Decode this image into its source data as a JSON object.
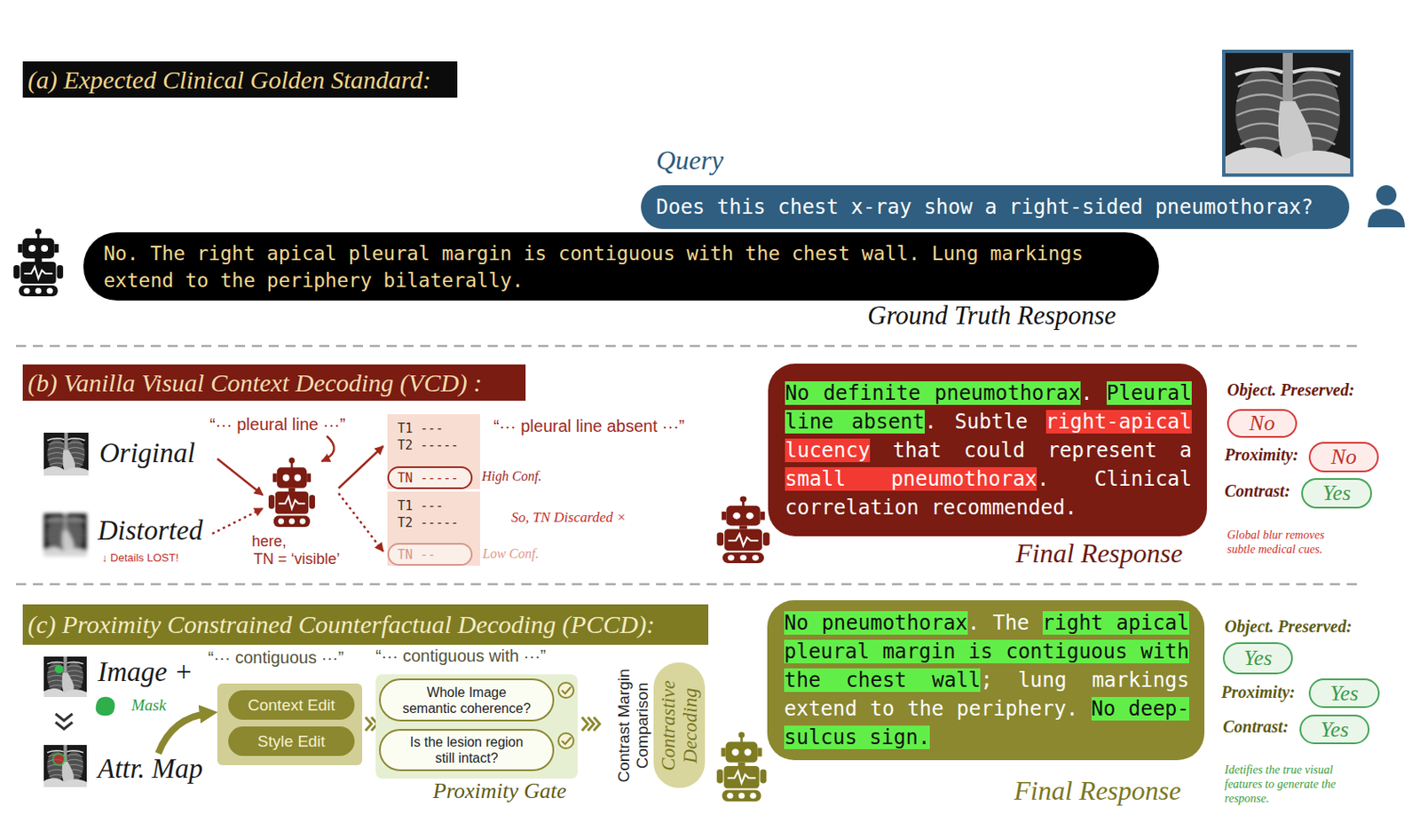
{
  "diagram": {
    "nodes": [
      {
        "text": [
          "(a) Expected Clinical Golden Standard:"
        ]
      },
      {
        "text": [
          "Does this chest x-ray show a right-sided pneumothorax?"
        ]
      },
      {
        "text": [
          "No. The right apical pleural margin is contiguous with the chest wall. Lung markings extend to the periphery bilaterally."
        ]
      },
      {
        "text": [
          "(b) Vanilla Visual Context Decoding (VCD) :"
        ]
      },
      {
        "text": [
          "T1 ---",
          "T2 -----"
        ]
      },
      {
        "text": [
          "TN -----"
        ],
        "in": 4
      },
      {
        "text": [
          "T1 ---",
          "T2 -----"
        ]
      },
      {
        "text": [
          "TN --"
        ],
        "in": 6
      },
      {
        "text": [
          "No definite pneumothorax. Pleural line absent. Subtle right-apical lucency that could represent a small pneumothorax. Clinical correlation recommended."
        ]
      },
      {
        "text": [
          "No"
        ]
      },
      {
        "text": [
          "No"
        ]
      },
      {
        "text": [
          "Yes"
        ]
      },
      {
        "text": [
          "(c) Proximity Constrained Counterfactual Decoding (PCCD):"
        ]
      },
      {
        "text": [
          "Context Edit"
        ]
      },
      {
        "text": [
          "Style Edit"
        ]
      },
      {
        "text": [
          "Proximity Gate"
        ]
      },
      {
        "text": [
          "Whole Image semantic coherence?"
        ],
        "in": 15
      },
      {
        "text": [
          "Is the lesion region still intact?"
        ],
        "in": 15
      },
      {
        "text": [
          "Contrastive Decoding"
        ]
      },
      {
        "text": [
          "No pneumothorax. The right apical pleural margin is contiguous with the chest wall; lung markings extend to the periphery. No deep-sulcus sign."
        ]
      },
      {
        "text": [
          "Yes"
        ]
      },
      {
        "text": [
          "Yes"
        ]
      },
      {
        "text": [
          "Yes"
        ]
      }
    ],
    "labels": [
      "Query",
      "Ground Truth Response",
      "“··· pleural line ···”",
      "Original",
      "Distorted",
      "↓ Details LOST!",
      "here,",
      "TN = ‘visible’",
      "High Conf.",
      "“··· pleural line absent ···”",
      "So, TN Discarded ×",
      "Low Conf.",
      "Final Response",
      "Object. Preserved:",
      "Proximity:",
      "Contrast:",
      "Global blur removes subtle medical cues.",
      "Image +",
      "Mask",
      "Attr. Map",
      "“··· contiguous ···”",
      "“··· contiguous with ···”",
      "Contrast Margin Comparison",
      "Final Response",
      "Object. Preserved:",
      "Proximity:",
      "Contrast:",
      "Idetifies the true visual features to generate the response."
    ]
  }
}
